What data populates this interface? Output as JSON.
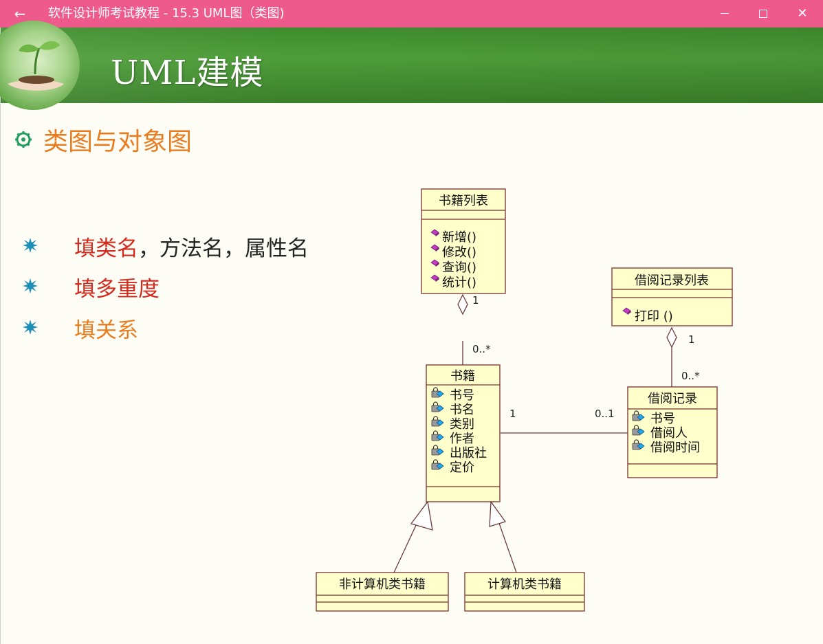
{
  "window": {
    "title": "软件设计师考试教程 - 15.3  UML图（类图)",
    "back_icon": "←",
    "close_icon": "✕"
  },
  "slide": {
    "banner_title": "UML建模",
    "heading": "类图与对象图",
    "bullets": [
      {
        "red": "填类名",
        "rest": "，方法名，属性名"
      },
      {
        "red": "填多重度",
        "rest": ""
      },
      {
        "orange": "填关系"
      }
    ]
  },
  "diagram": {
    "classes": {
      "book_list": {
        "name": "书籍列表",
        "methods": [
          "新增()",
          "修改()",
          "查询()",
          "统计()"
        ]
      },
      "borrow_list": {
        "name": "借阅记录列表",
        "methods": [
          "打印 ()"
        ]
      },
      "book": {
        "name": "书籍",
        "attributes": [
          "书号",
          "书名",
          "类别",
          "作者",
          "出版社",
          "定价"
        ]
      },
      "borrow_record": {
        "name": "借阅记录",
        "attributes": [
          "书号",
          "借阅人",
          "借阅时间"
        ]
      },
      "non_computer_book": {
        "name": "非计算机类书籍"
      },
      "computer_book": {
        "name": "计算机类书籍"
      }
    },
    "multiplicities": {
      "list_book_top": "1",
      "list_book_bottom": "0..*",
      "borrowlist_top": "1",
      "borrowlist_bottom": "0..*",
      "assoc_left": "1",
      "assoc_right": "0..1"
    }
  }
}
